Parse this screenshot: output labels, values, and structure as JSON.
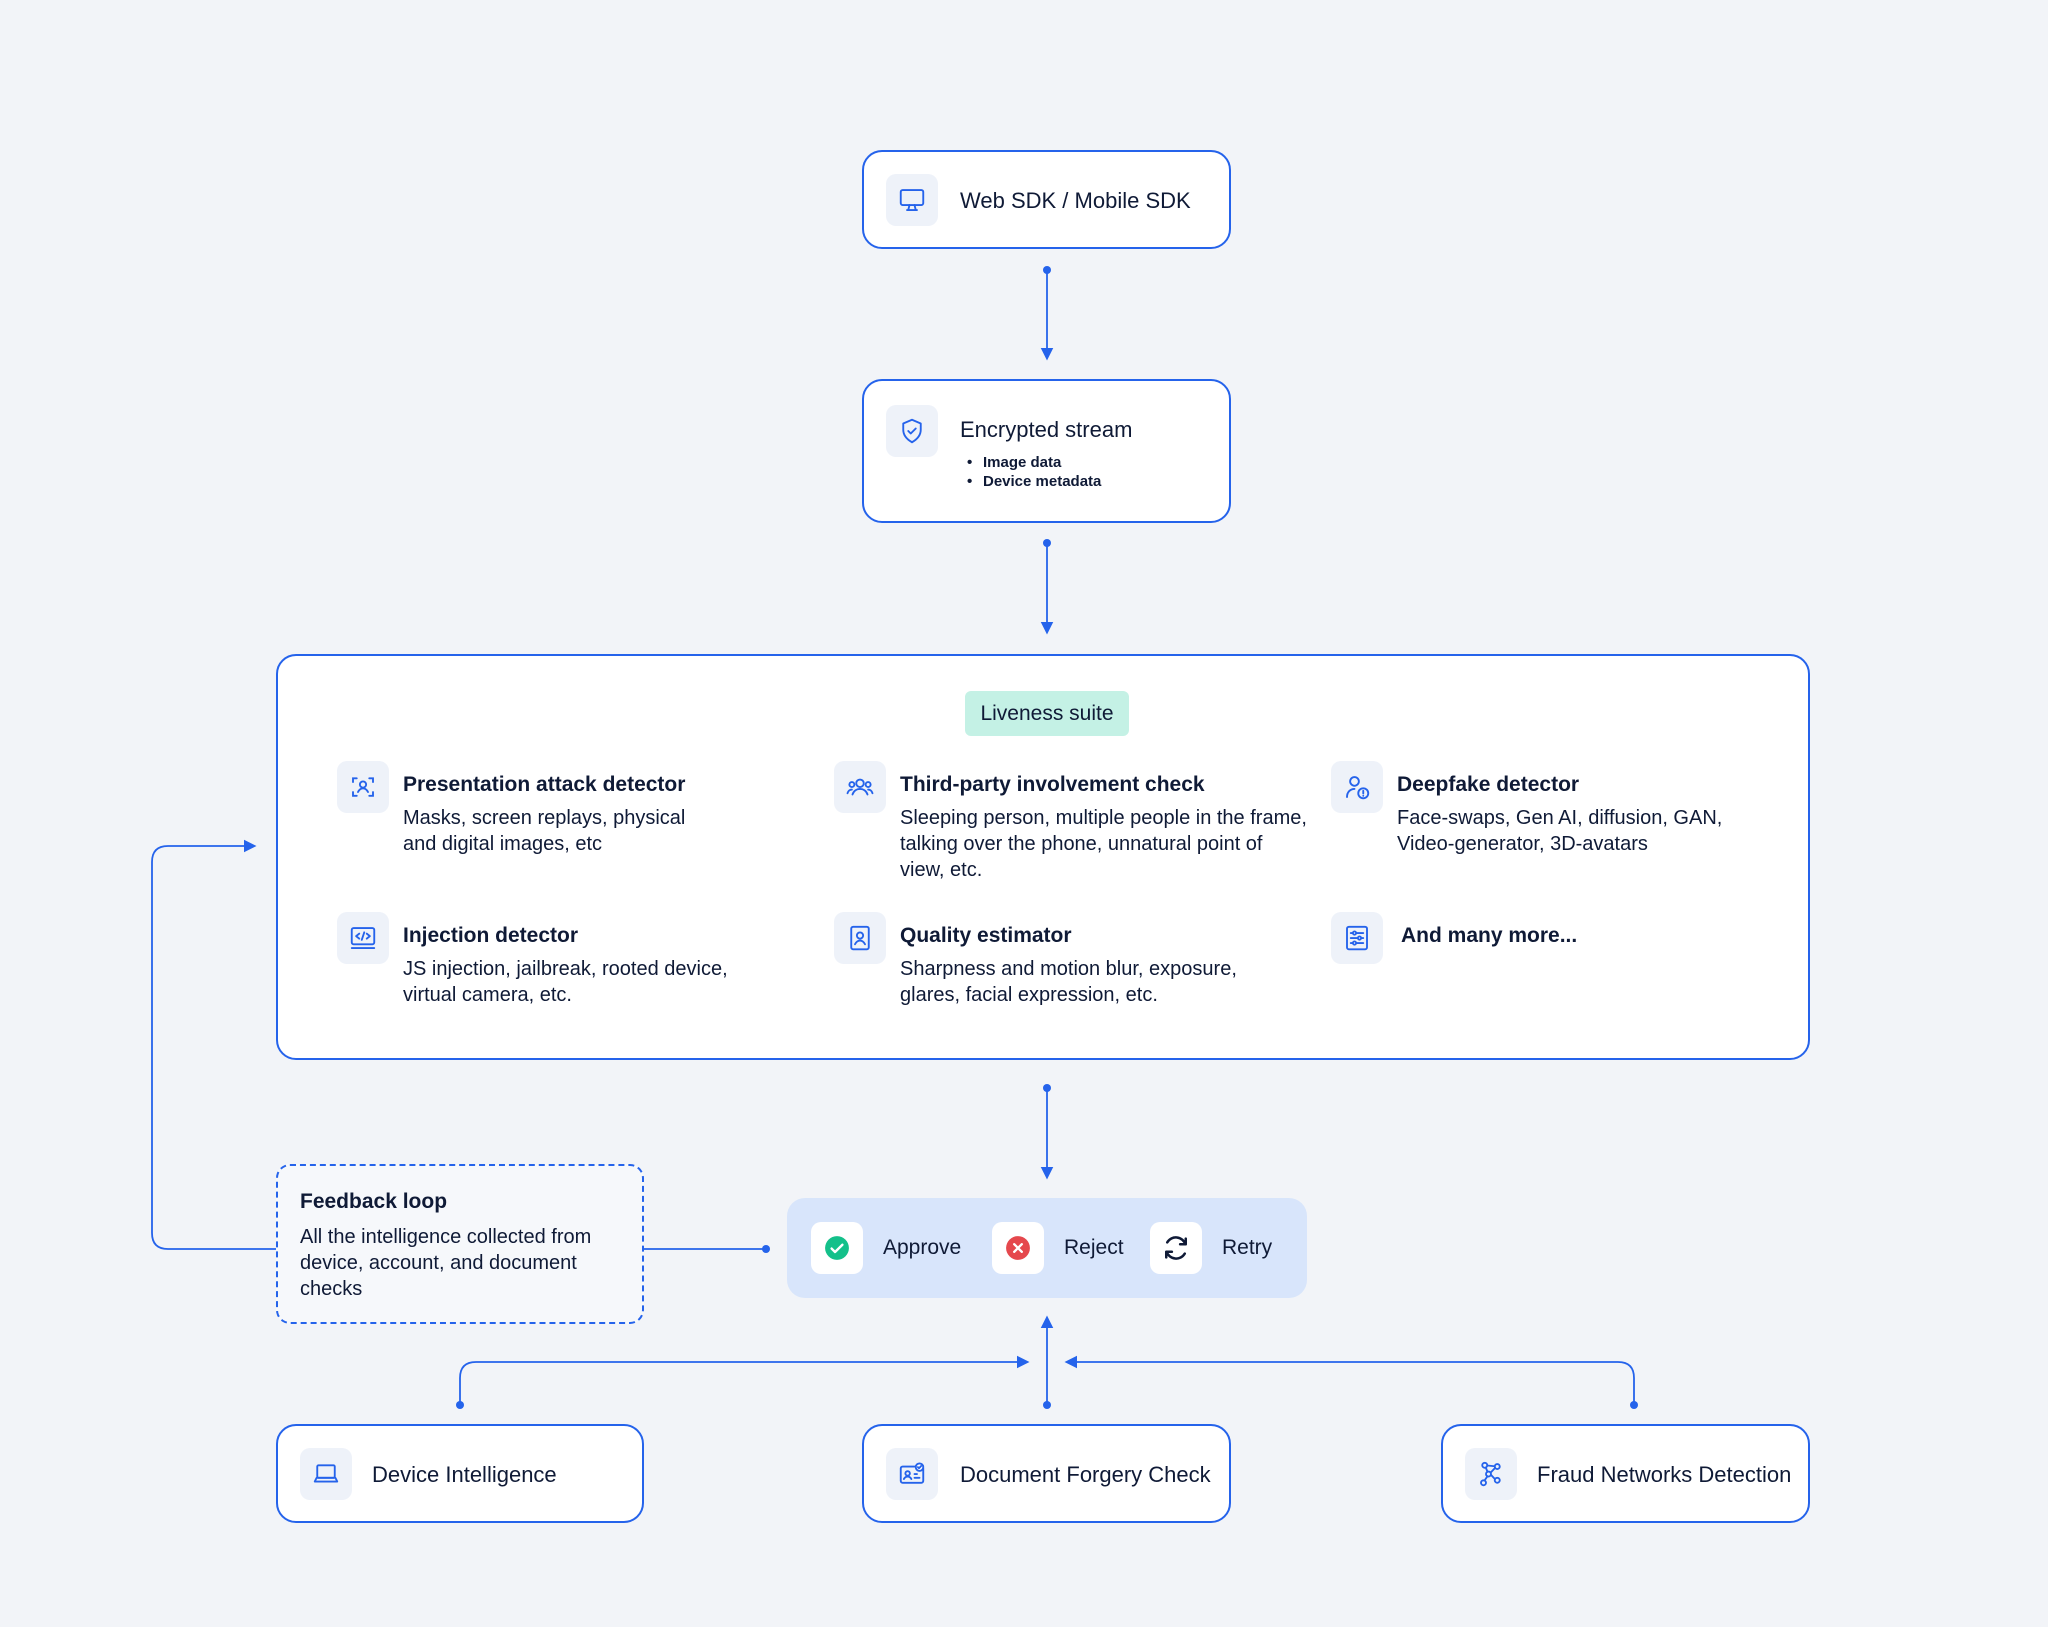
{
  "colors": {
    "accent": "#2563eb",
    "background": "#f2f4f8",
    "pill": "#c4f1e5",
    "decision_bar": "#d8e5fb",
    "approve": "#14c08a",
    "reject": "#e5484d"
  },
  "sdk": {
    "title": "Web SDK / Mobile SDK",
    "icon": "monitor-icon"
  },
  "stream": {
    "title": "Encrypted stream",
    "icon": "shield-check-icon",
    "bullets": [
      "Image data",
      "Device metadata"
    ]
  },
  "suite": {
    "label": "Liveness suite",
    "features": [
      {
        "icon": "face-scan-icon",
        "title": "Presentation attack detector",
        "desc": "Masks, screen replays, physical and digital images, etc"
      },
      {
        "icon": "people-icon",
        "title": "Third-party involvement check",
        "desc": "Sleeping person, multiple people in the frame, talking over the phone, unnatural point of view, etc."
      },
      {
        "icon": "user-alert-icon",
        "title": "Deepfake detector",
        "desc": "Face-swaps, Gen AI, diffusion, GAN, Video-generator, 3D-avatars"
      },
      {
        "icon": "code-icon",
        "title": "Injection detector",
        "desc": "JS injection, jailbreak, rooted device, virtual camera, etc."
      },
      {
        "icon": "portrait-icon",
        "title": "Quality estimator",
        "desc": "Sharpness and motion blur, exposure, glares, facial expression, etc."
      },
      {
        "icon": "sliders-icon",
        "title": "And many more...",
        "desc": ""
      }
    ]
  },
  "feedback": {
    "title": "Feedback loop",
    "desc": "All the intelligence collected from device, account, and document checks"
  },
  "decisions": [
    {
      "label": "Approve",
      "icon": "check-circle-icon"
    },
    {
      "label": "Reject",
      "icon": "x-circle-icon"
    },
    {
      "label": "Retry",
      "icon": "refresh-icon"
    }
  ],
  "sources": [
    {
      "title": "Device Intelligence",
      "icon": "laptop-icon"
    },
    {
      "title": "Document Forgery Check",
      "icon": "id-card-icon"
    },
    {
      "title": "Fraud Networks Detection",
      "icon": "network-icon"
    }
  ]
}
